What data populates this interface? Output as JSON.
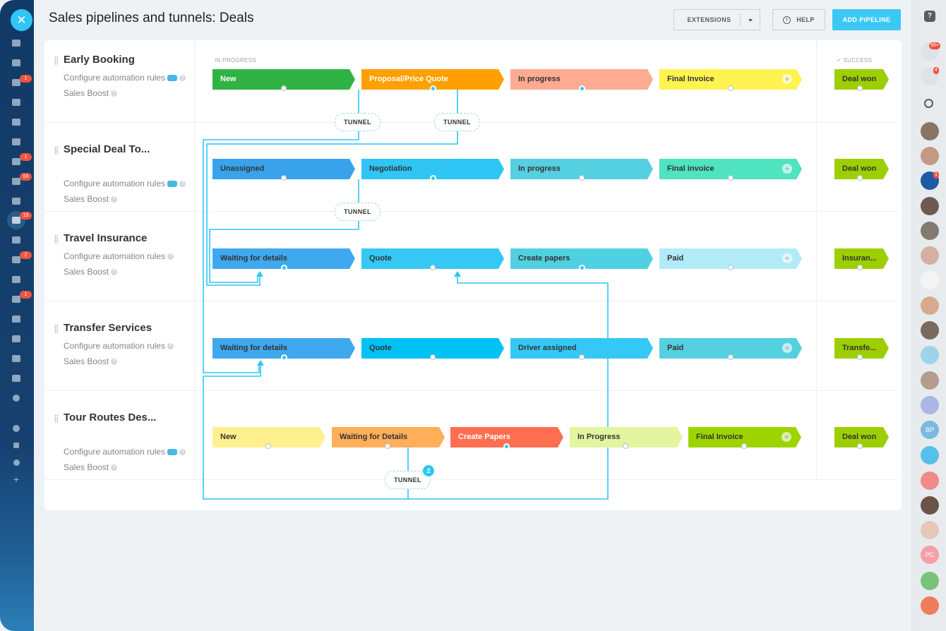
{
  "header": {
    "title": "Sales pipelines and tunnels: Deals",
    "extensions_label": "EXTENSIONS",
    "help_label": "HELP",
    "add_pipeline_label": "ADD PIPELINE"
  },
  "columns": {
    "in_progress": "IN PROGRESS",
    "success": "SUCCESS"
  },
  "pipelines": [
    {
      "name": "Early Booking",
      "automation": "Configure automation rules",
      "boost": "Sales Boost",
      "stages": [
        "New",
        "Proposal/Price Quote",
        "In progress",
        "Final Invoice"
      ],
      "success": "Deal won"
    },
    {
      "name": "Special Deal To...",
      "automation": "Configure automation rules",
      "boost": "Sales Boost",
      "stages": [
        "Unassigned",
        "Negotiation",
        "In progress",
        "Final invoice"
      ],
      "success": "Deal won"
    },
    {
      "name": "Travel Insurance",
      "automation": "Configure automation rules",
      "boost": "Sales Boost",
      "stages": [
        "Waiting for details",
        "Quote",
        "Create papers",
        "Paid"
      ],
      "success": "Insuran..."
    },
    {
      "name": "Transfer Services",
      "automation": "Configure automation rules",
      "boost": "Sales Boost",
      "stages": [
        "Waiting for details",
        "Quote",
        "Driver assigned",
        "Paid"
      ],
      "success": "Transfe..."
    },
    {
      "name": "Tour Routes Des...",
      "automation": "Configure automation rules",
      "boost": "Sales Boost",
      "stages": [
        "New",
        "Waiting for Details",
        "Create Papers",
        "In Progress",
        "Final Invoice"
      ],
      "success": "Deal won"
    }
  ],
  "tunnels": {
    "label": "TUNNEL",
    "multi_count": "2"
  },
  "leftbar_badges": [
    "1",
    "1",
    "68",
    "19",
    "2",
    "1"
  ],
  "rightbar": {
    "badges": [
      "99+",
      "4",
      "1"
    ],
    "initials": [
      "BP",
      "PC"
    ]
  },
  "colors": {
    "accent": "#3bc8f5",
    "success": "#9dcf00",
    "tunnel_line": "#2fc6f6"
  }
}
